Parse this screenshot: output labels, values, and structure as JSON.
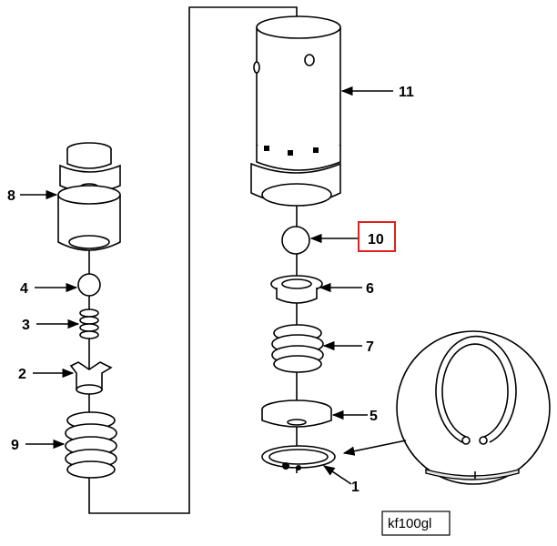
{
  "diagram": {
    "labels": {
      "p1": "1",
      "p2": "2",
      "p3": "3",
      "p4": "4",
      "p5": "5",
      "p6": "6",
      "p7": "7",
      "p8": "8",
      "p9": "9",
      "p10": "10",
      "p11": "11"
    },
    "figure_id": "kf100gl",
    "highlight_color": "#e02020"
  }
}
